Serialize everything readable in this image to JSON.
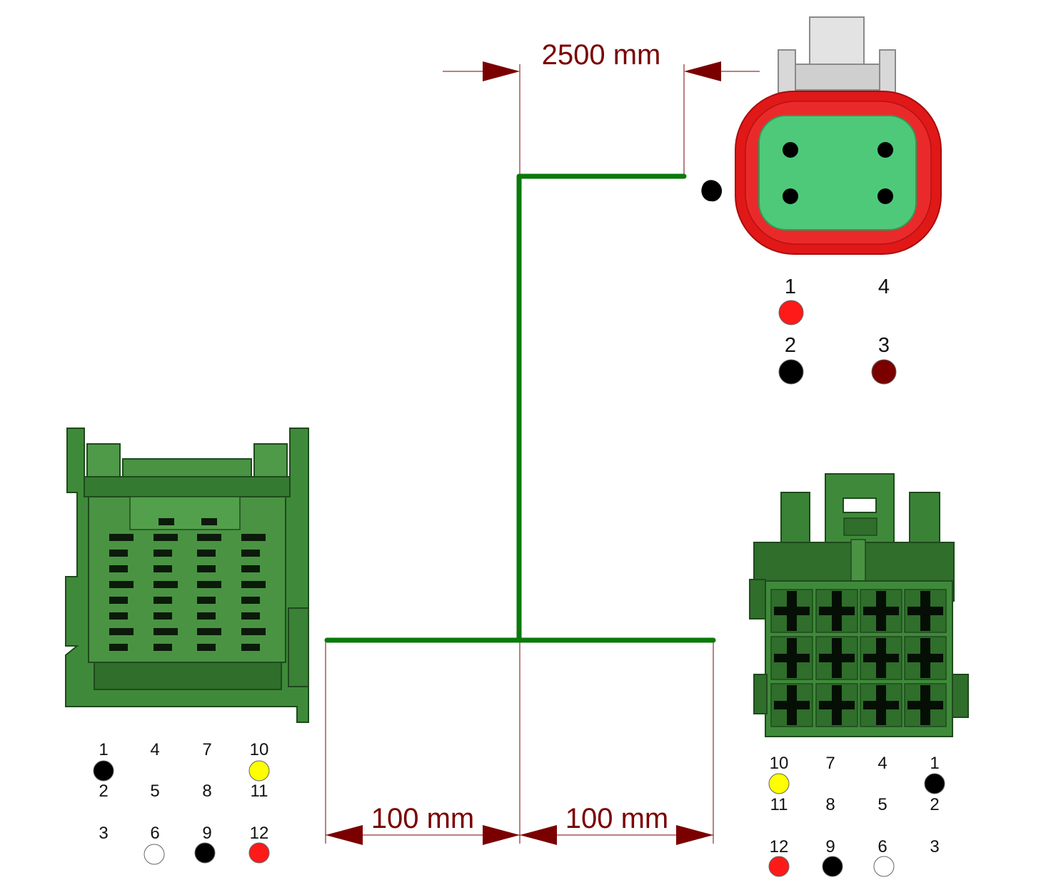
{
  "colors": {
    "wire": "#0a7a0a",
    "dimension": "#7a0000",
    "connector_green": "#3f8a3a",
    "connector_dark": "#1e4a1c",
    "dt_shell": "#e01818",
    "dt_face": "#4ec97a"
  },
  "dimensions": {
    "top_length": "2500 mm",
    "bottom_left_length": "100 mm",
    "bottom_right_length": "100 mm"
  },
  "connectors": {
    "top_right": {
      "pins": [
        {
          "num": "1",
          "color": "#ff1a1a"
        },
        {
          "num": "4",
          "color": null
        },
        {
          "num": "2",
          "color": "#000000"
        },
        {
          "num": "3",
          "color": "#7a0000"
        }
      ]
    },
    "left": {
      "pins": [
        {
          "num": "1",
          "color": "#000000"
        },
        {
          "num": "4",
          "color": null
        },
        {
          "num": "7",
          "color": null
        },
        {
          "num": "10",
          "color": "#ffff00"
        },
        {
          "num": "2",
          "color": null
        },
        {
          "num": "5",
          "color": null
        },
        {
          "num": "8",
          "color": null
        },
        {
          "num": "11",
          "color": null
        },
        {
          "num": "3",
          "color": null
        },
        {
          "num": "6",
          "color": "#ffffff"
        },
        {
          "num": "9",
          "color": "#000000"
        },
        {
          "num": "12",
          "color": "#ff1a1a"
        }
      ]
    },
    "bottom_right": {
      "pins": [
        {
          "num": "10",
          "color": "#ffff00"
        },
        {
          "num": "7",
          "color": null
        },
        {
          "num": "4",
          "color": null
        },
        {
          "num": "1",
          "color": "#000000"
        },
        {
          "num": "11",
          "color": null
        },
        {
          "num": "8",
          "color": null
        },
        {
          "num": "5",
          "color": null
        },
        {
          "num": "2",
          "color": null
        },
        {
          "num": "12",
          "color": "#ff1a1a"
        },
        {
          "num": "9",
          "color": "#000000"
        },
        {
          "num": "6",
          "color": "#ffffff"
        },
        {
          "num": "3",
          "color": null
        }
      ]
    }
  }
}
